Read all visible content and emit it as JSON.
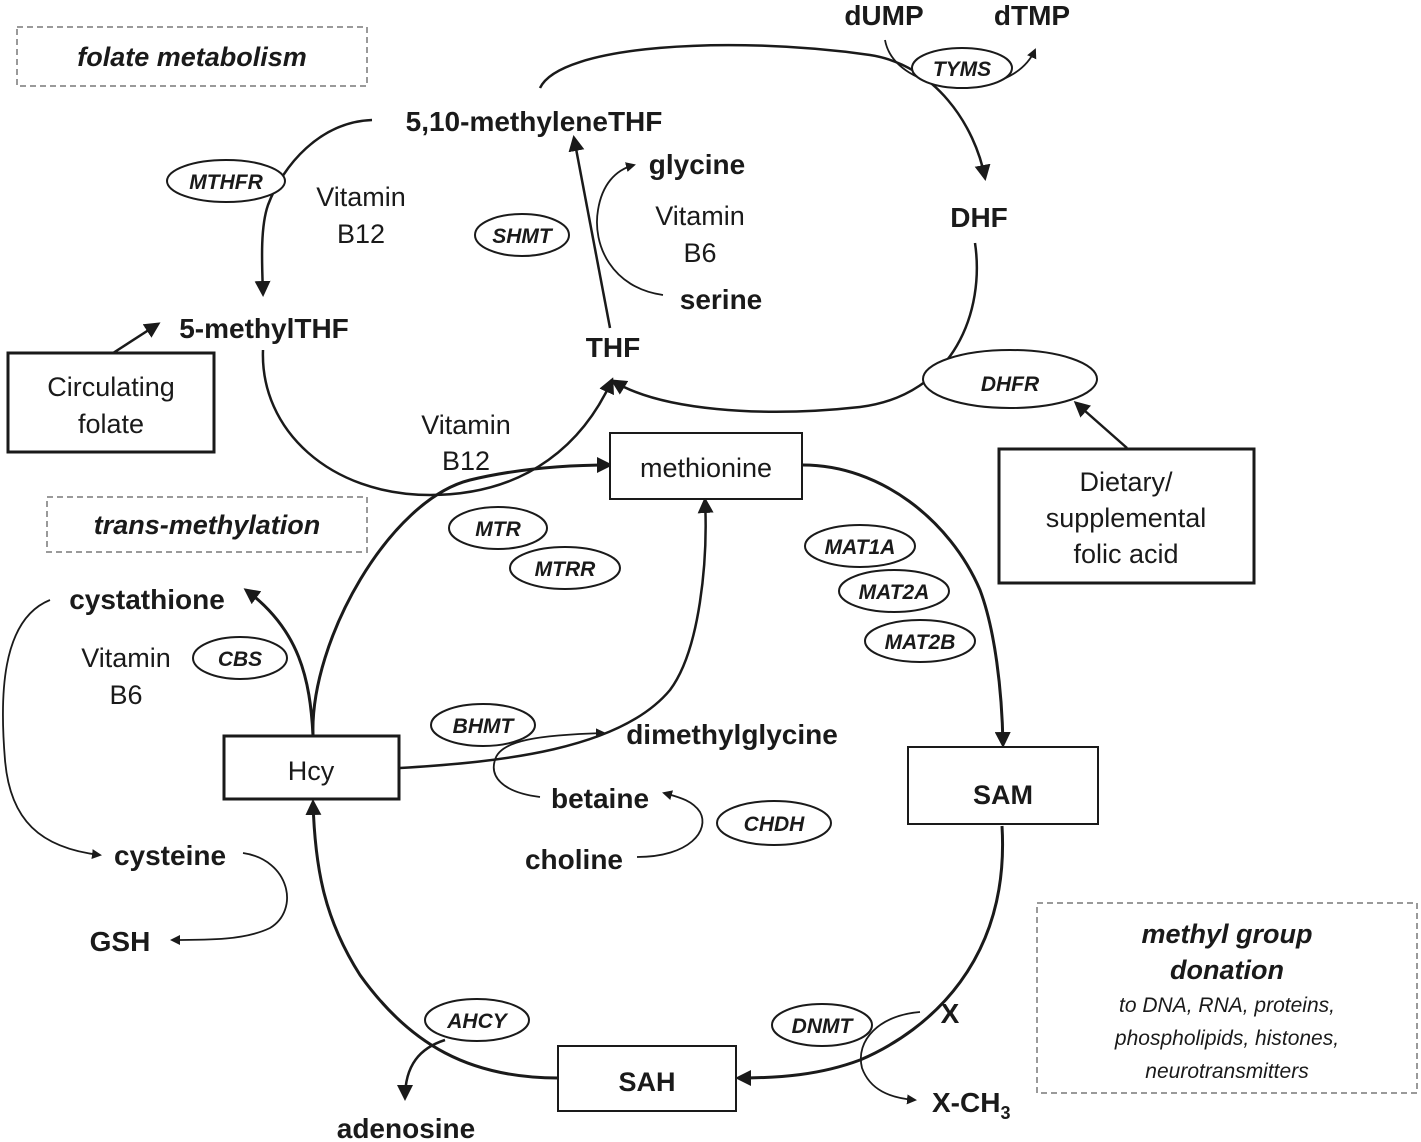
{
  "sections": {
    "folate": "folate metabolism",
    "transmethylation": "trans-methylation",
    "methyl_donation": {
      "title_line1": "methyl group",
      "title_line2": "donation",
      "line1": "to DNA, RNA, proteins,",
      "line2": "phospholipids, histones,",
      "line3": "neurotransmitters"
    }
  },
  "molecules": {
    "dump": "dUMP",
    "dtmp": "dTMP",
    "methylene_thf": "5,10-methyleneTHF",
    "glycine": "glycine",
    "dhf": "DHF",
    "methyl_thf": "5-methylTHF",
    "serine": "serine",
    "thf": "THF",
    "methionine": "methionine",
    "cystathione": "cystathione",
    "hcy": "Hcy",
    "dimethylglycine": "dimethylglycine",
    "betaine": "betaine",
    "sam": "SAM",
    "choline": "choline",
    "cysteine": "cysteine",
    "gsh": "GSH",
    "x": "X",
    "sah": "SAH",
    "x_ch3_main": "X-CH",
    "x_ch3_sub": "3",
    "adenosine": "adenosine"
  },
  "cofactors": {
    "b12_upper": [
      "Vitamin",
      "B12"
    ],
    "b6_upper": [
      "Vitamin",
      "B6"
    ],
    "b12_lower": [
      "Vitamin",
      "B12"
    ],
    "b6_lower": [
      "Vitamin",
      "B6"
    ]
  },
  "inputs": {
    "circulating_folate": [
      "Circulating",
      "folate"
    ],
    "dietary_folic_acid": [
      "Dietary/",
      "supplemental",
      "folic acid"
    ]
  },
  "enzymes": {
    "tyms": "TYMS",
    "mthfr": "MTHFR",
    "shmt": "SHMT",
    "dhfr": "DHFR",
    "mtr": "MTR",
    "mtrr": "MTRR",
    "mat1a": "MAT1A",
    "mat2a": "MAT2A",
    "mat2b": "MAT2B",
    "cbs": "CBS",
    "bhmt": "BHMT",
    "chdh": "CHDH",
    "ahcy": "AHCY",
    "dnmt": "DNMT"
  }
}
